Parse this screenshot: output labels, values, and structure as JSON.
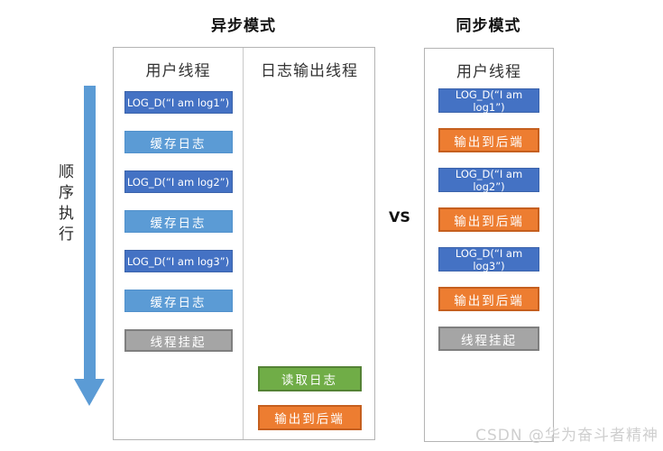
{
  "titles": {
    "left": "异步模式",
    "right": "同步模式",
    "vs": "VS"
  },
  "side_label": "顺序执行",
  "left_panel": {
    "user_thread_header": "用户线程",
    "log_output_thread_header": "日志输出线程",
    "user_thread_items": [
      {
        "label": "LOG_D(“I am log1”)",
        "style": "log"
      },
      {
        "label": "缓存日志",
        "style": "cache"
      },
      {
        "label": "LOG_D(“I am log2”)",
        "style": "log"
      },
      {
        "label": "缓存日志",
        "style": "cache"
      },
      {
        "label": "LOG_D(“I am log3”)",
        "style": "log"
      },
      {
        "label": "缓存日志",
        "style": "cache"
      },
      {
        "label": "线程挂起",
        "style": "suspend"
      }
    ],
    "log_output_thread_items": [
      {
        "label": "读取日志",
        "style": "read"
      },
      {
        "label": "输出到后端",
        "style": "output"
      }
    ]
  },
  "right_panel": {
    "user_thread_header": "用户线程",
    "user_thread_items": [
      {
        "label": "LOG_D(“I am log1”)",
        "style": "log"
      },
      {
        "label": "输出到后端",
        "style": "output"
      },
      {
        "label": "LOG_D(“I am log2”)",
        "style": "log"
      },
      {
        "label": "输出到后端",
        "style": "output"
      },
      {
        "label": "LOG_D(“I am log3”)",
        "style": "log"
      },
      {
        "label": "输出到后端",
        "style": "output"
      },
      {
        "label": "线程挂起",
        "style": "suspend"
      }
    ]
  },
  "watermark": "CSDN @华为奋斗者精神",
  "colors": {
    "log_bg": "#4472C4",
    "log_border": "#3B63AB",
    "cache_bg": "#5B9BD5",
    "cache_border": "#5191CC",
    "output_bg": "#ED7D31",
    "output_border": "#C55F1E",
    "read_bg": "#70AD47",
    "read_border": "#548235",
    "suspend_bg": "#A5A5A5",
    "suspend_border": "#7F7F7F",
    "arrow": "#5B9BD5"
  }
}
